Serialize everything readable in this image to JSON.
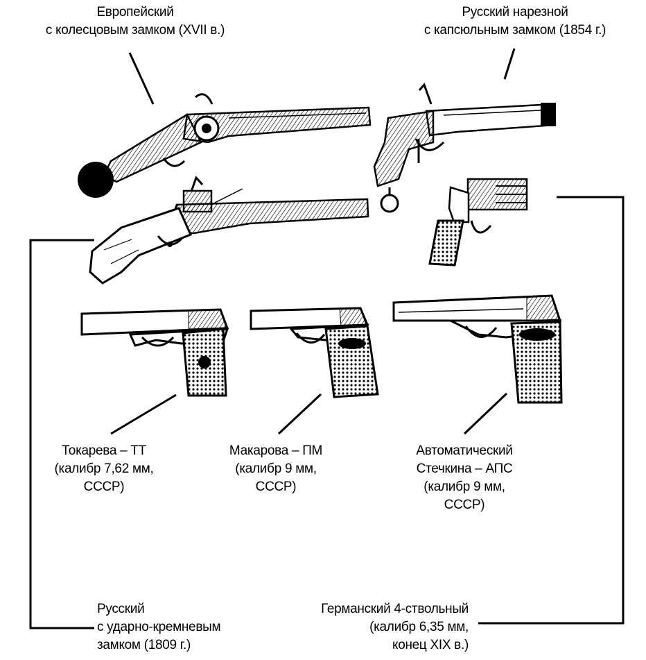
{
  "labels": {
    "european": [
      "Европейский",
      "с колесцовым замком (XVII в.)"
    ],
    "russian_percussion": [
      "Русский нарезной",
      "с капсюльным замком (1854 г.)"
    ],
    "tokarev": [
      "Токарева – ТТ",
      "(калибр 7,62 мм,",
      "СССР)"
    ],
    "makarov": [
      "Макарова  – ПМ",
      "(калибр 9 мм,",
      "СССР)"
    ],
    "stechkin": [
      "Автоматический",
      "Стечкина  – АПС",
      "(калибр 9 мм,",
      "СССР)"
    ],
    "russian_flint": [
      "Русский",
      "с ударно-кремневым",
      "замком (1809 г.)"
    ],
    "german": [
      "Германский 4-ствольный",
      "(калибр 6,35 мм,",
      "конец XIX в.)"
    ]
  },
  "figures": [
    "wheellock-pistol-icon",
    "flintlock-pistol-icon",
    "percussion-pistol-icon",
    "four-barrel-pistol-icon",
    "tokarev-pistol-icon",
    "makarov-pistol-icon",
    "stechkin-pistol-icon"
  ]
}
